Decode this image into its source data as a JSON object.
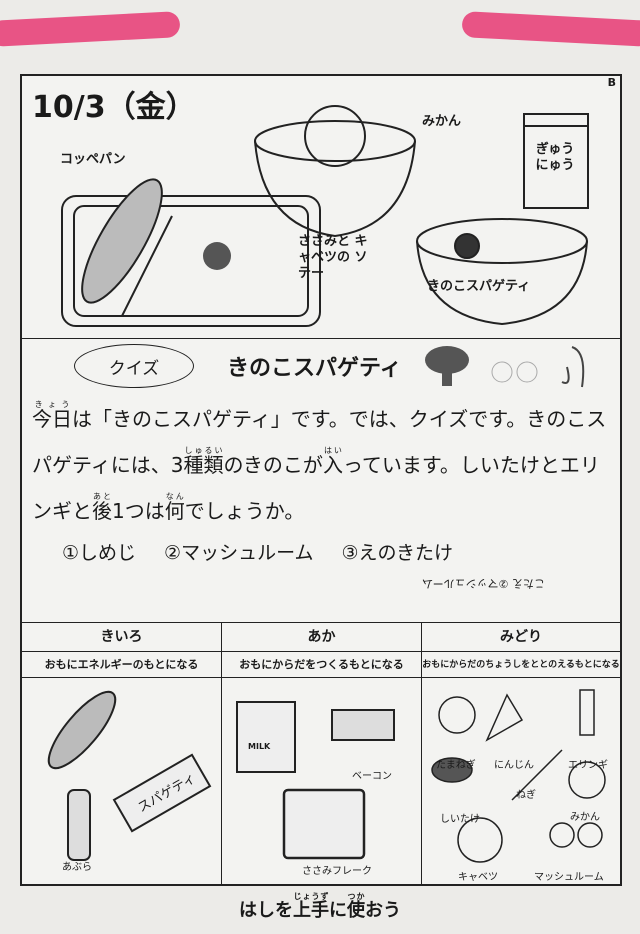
{
  "header": {
    "date": "10/3（金）",
    "corner_mark": "B"
  },
  "menu": {
    "items": [
      "コッペパン",
      "みかん",
      "ぎゅう にゅう",
      "ささみと キャベツの ソテー",
      "きのこスパゲティ"
    ]
  },
  "quiz": {
    "badge": "クイズ",
    "title": "きのこスパゲティ",
    "text": [
      {
        "kanji": "今日",
        "ruby": "きょう"
      },
      {
        "plain": "は「きのこスパゲティ」です。では、クイズです。きのこスパゲティには、3"
      },
      {
        "kanji": "種類",
        "ruby": "しゅるい"
      },
      {
        "plain": "のきのこが"
      },
      {
        "kanji": "入",
        "ruby": "はい"
      },
      {
        "plain": "っています。しいたけとエリンギと"
      },
      {
        "kanji": "後",
        "ruby": "あと"
      },
      {
        "plain": "1つは"
      },
      {
        "kanji": "何",
        "ruby": "なん"
      },
      {
        "plain": "でしょうか。"
      }
    ],
    "choices": [
      "①しめじ",
      "②マッシュルーム",
      "③えのきたけ"
    ],
    "answer": "こたえ ②マッシュルーム"
  },
  "groups": [
    {
      "name": "きいろ",
      "desc": "おもにエネルギーのもとになる",
      "items": [
        "あぶら",
        "スパゲティ"
      ]
    },
    {
      "name": "あか",
      "desc": "おもにからだをつくるもとになる",
      "items": [
        "ベーコン",
        "ささみフレーク",
        "MILK"
      ]
    },
    {
      "name": "みどり",
      "desc": "おもにからだのちょうしをととのえるもとになる",
      "items": [
        "たまねぎ",
        "にんじん",
        "エリンギ",
        "しいたけ",
        "ねぎ",
        "みかん",
        "キャベツ",
        "マッシュルーム"
      ]
    }
  ],
  "footer": {
    "parts": [
      {
        "plain": "はしを"
      },
      {
        "kanji": "上手",
        "ruby": "じょうず"
      },
      {
        "plain": "に"
      },
      {
        "kanji": "使",
        "ruby": "つか"
      },
      {
        "plain": "おう"
      }
    ]
  },
  "colors": {
    "tape": "#e8447a",
    "paper": "#f3f3f1"
  }
}
